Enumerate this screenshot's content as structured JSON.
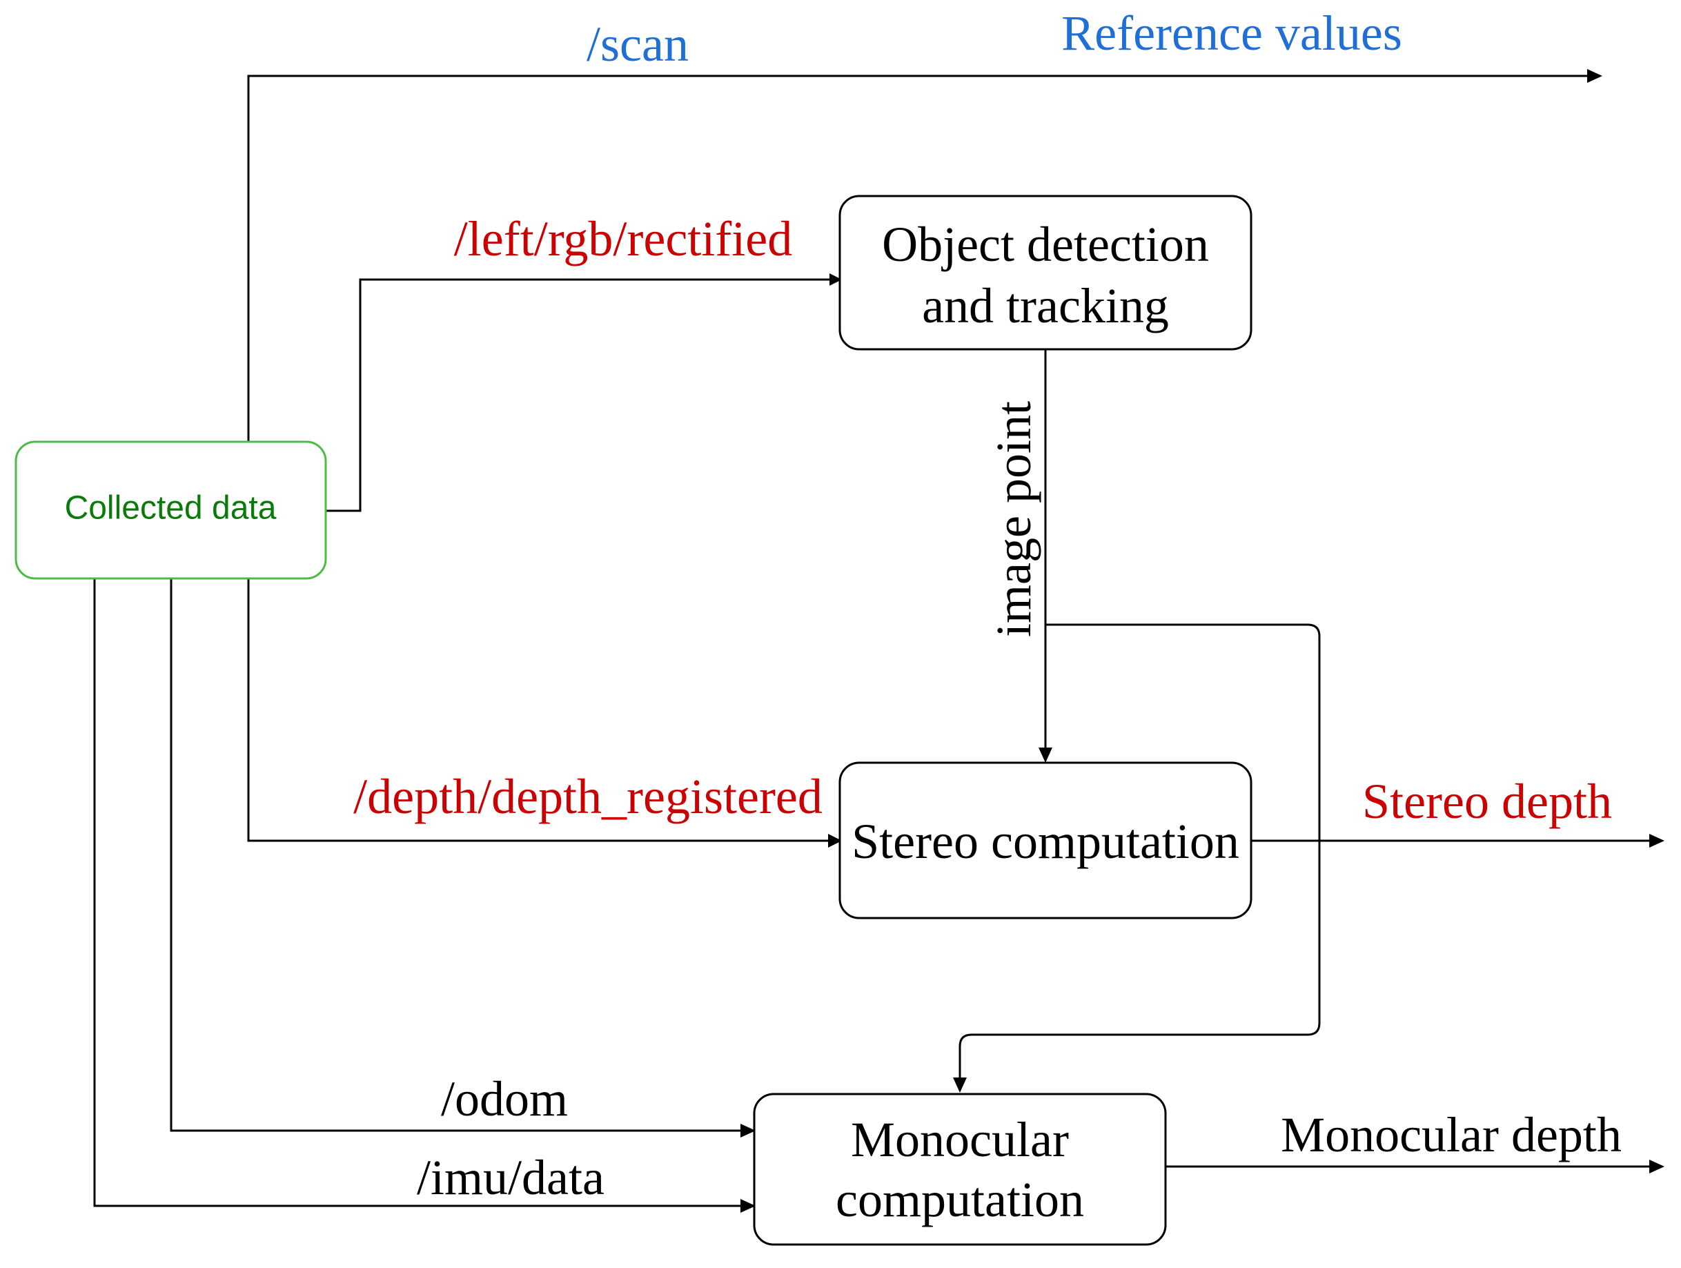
{
  "colors": {
    "blue": "#1F6FD6",
    "red": "#CC0000",
    "green": "#0A7A0A",
    "black": "#000000"
  },
  "nodes": {
    "collected_data": "Collected data",
    "object_detection": [
      "Object detection",
      "and tracking"
    ],
    "stereo_computation": "Stereo computation",
    "monocular_computation": [
      "Monocular",
      "computation"
    ]
  },
  "edges": {
    "scan": "/scan",
    "reference_values": "Reference values",
    "left_rgb_rectified": "/left/rgb/rectified",
    "image_point": "image point",
    "depth_registered": "/depth/depth_registered",
    "stereo_depth": "Stereo depth",
    "odom": "/odom",
    "imu_data": "/imu/data",
    "monocular_depth": "Monocular depth"
  }
}
